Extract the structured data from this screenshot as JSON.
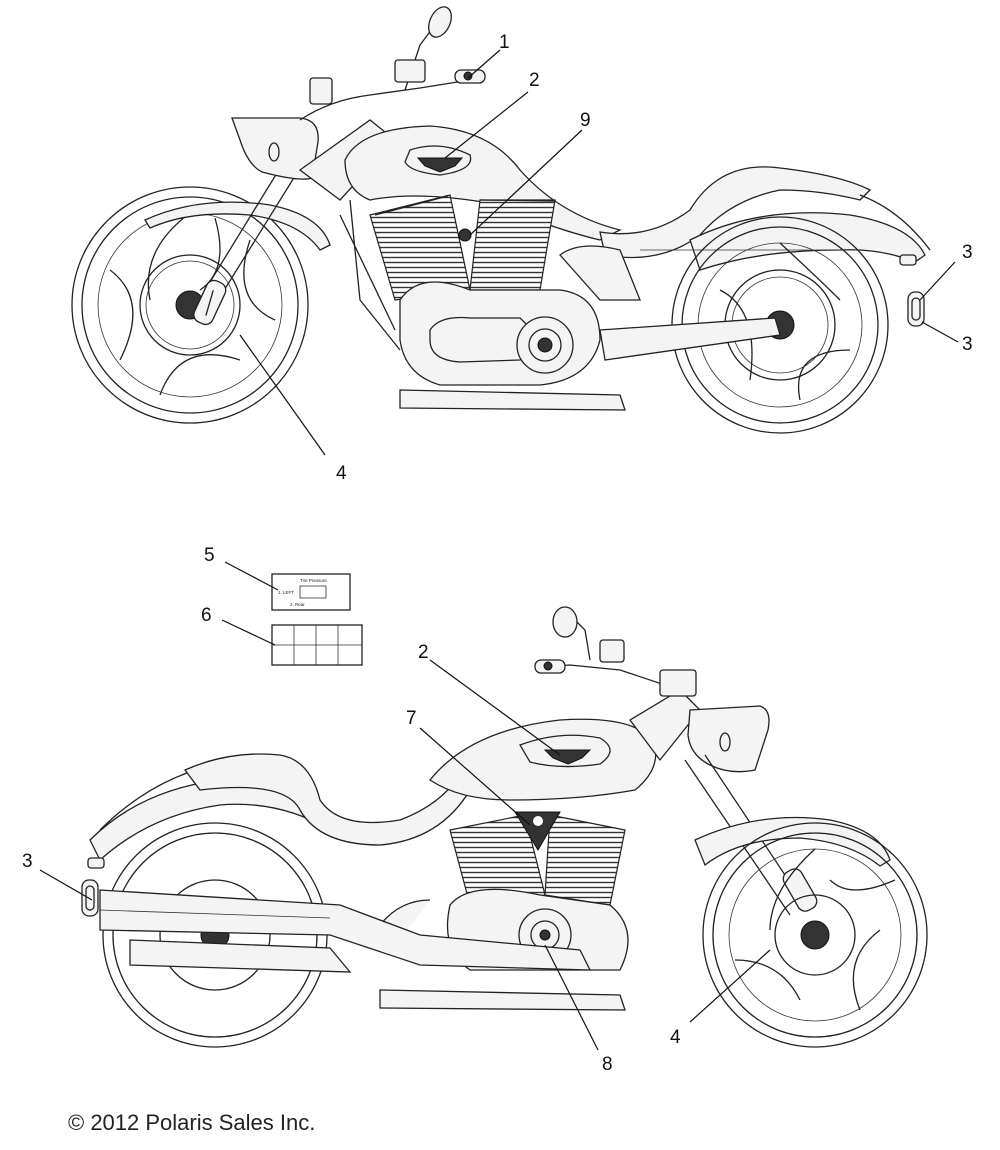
{
  "callouts": {
    "top": [
      "1",
      "2",
      "9",
      "3",
      "3",
      "4"
    ],
    "bottom": [
      "5",
      "6",
      "2",
      "7",
      "3",
      "4",
      "8"
    ]
  },
  "copyright": "© 2012 Polaris Sales Inc."
}
